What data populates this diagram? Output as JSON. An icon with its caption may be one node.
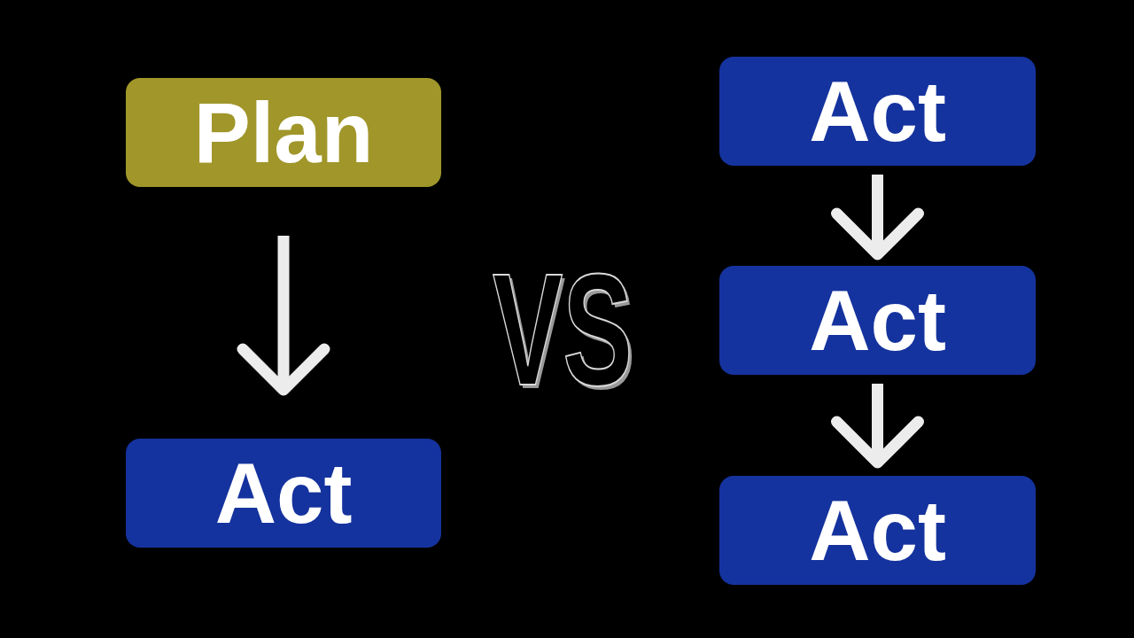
{
  "diagram": {
    "nodes": [
      {
        "text": [
          "Plan"
        ]
      },
      {
        "text": [
          "Act"
        ]
      },
      {
        "text": [
          "Act"
        ]
      },
      {
        "text": [
          "Act"
        ]
      },
      {
        "text": [
          "Act"
        ]
      }
    ],
    "edges": [
      {
        "from": 0,
        "to": 1,
        "arrow": "to"
      },
      {
        "from": 2,
        "to": 3,
        "arrow": "to"
      },
      {
        "from": 3,
        "to": 4,
        "arrow": "to"
      }
    ],
    "labels": [
      "VS"
    ]
  }
}
